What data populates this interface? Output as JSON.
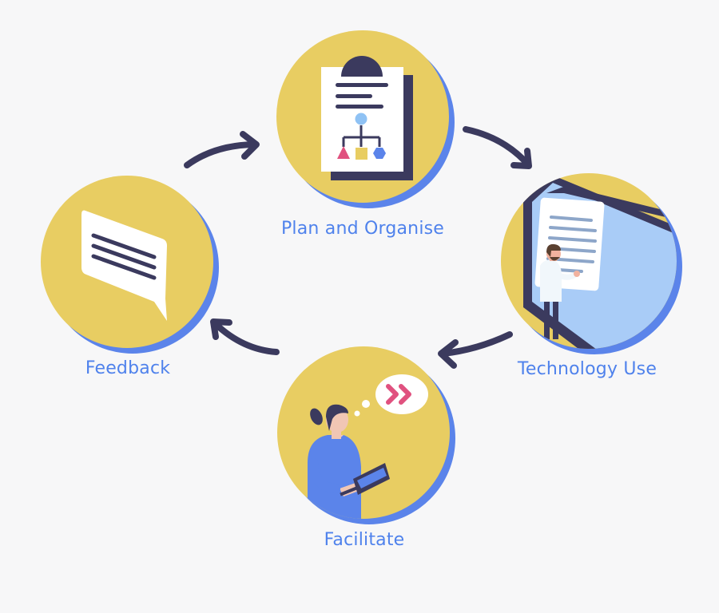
{
  "diagram": {
    "type": "cycle",
    "colors": {
      "background": "#f7f7f8",
      "circle_fill": "#e8cd62",
      "circle_shadow": "#5b84ea",
      "arrow": "#3b3a5e",
      "label": "#4f82ec",
      "dark": "#3b3a5e",
      "accent_pink": "#e0517f",
      "accent_blue": "#8fc2f4",
      "screen": "#a9ccf7"
    },
    "nodes": [
      {
        "id": "plan",
        "label": "Plan and Organise",
        "icon": "clipboard-flowchart-icon"
      },
      {
        "id": "technology",
        "label": "Technology Use",
        "icon": "presenter-at-screen-icon"
      },
      {
        "id": "facilitate",
        "label": "Facilitate",
        "icon": "woman-with-laptop-icon"
      },
      {
        "id": "feedback",
        "label": "Feedback",
        "icon": "speech-bubble-icon"
      }
    ],
    "edges": [
      {
        "from": "feedback",
        "to": "plan"
      },
      {
        "from": "plan",
        "to": "technology"
      },
      {
        "from": "technology",
        "to": "facilitate"
      },
      {
        "from": "facilitate",
        "to": "feedback"
      }
    ]
  }
}
